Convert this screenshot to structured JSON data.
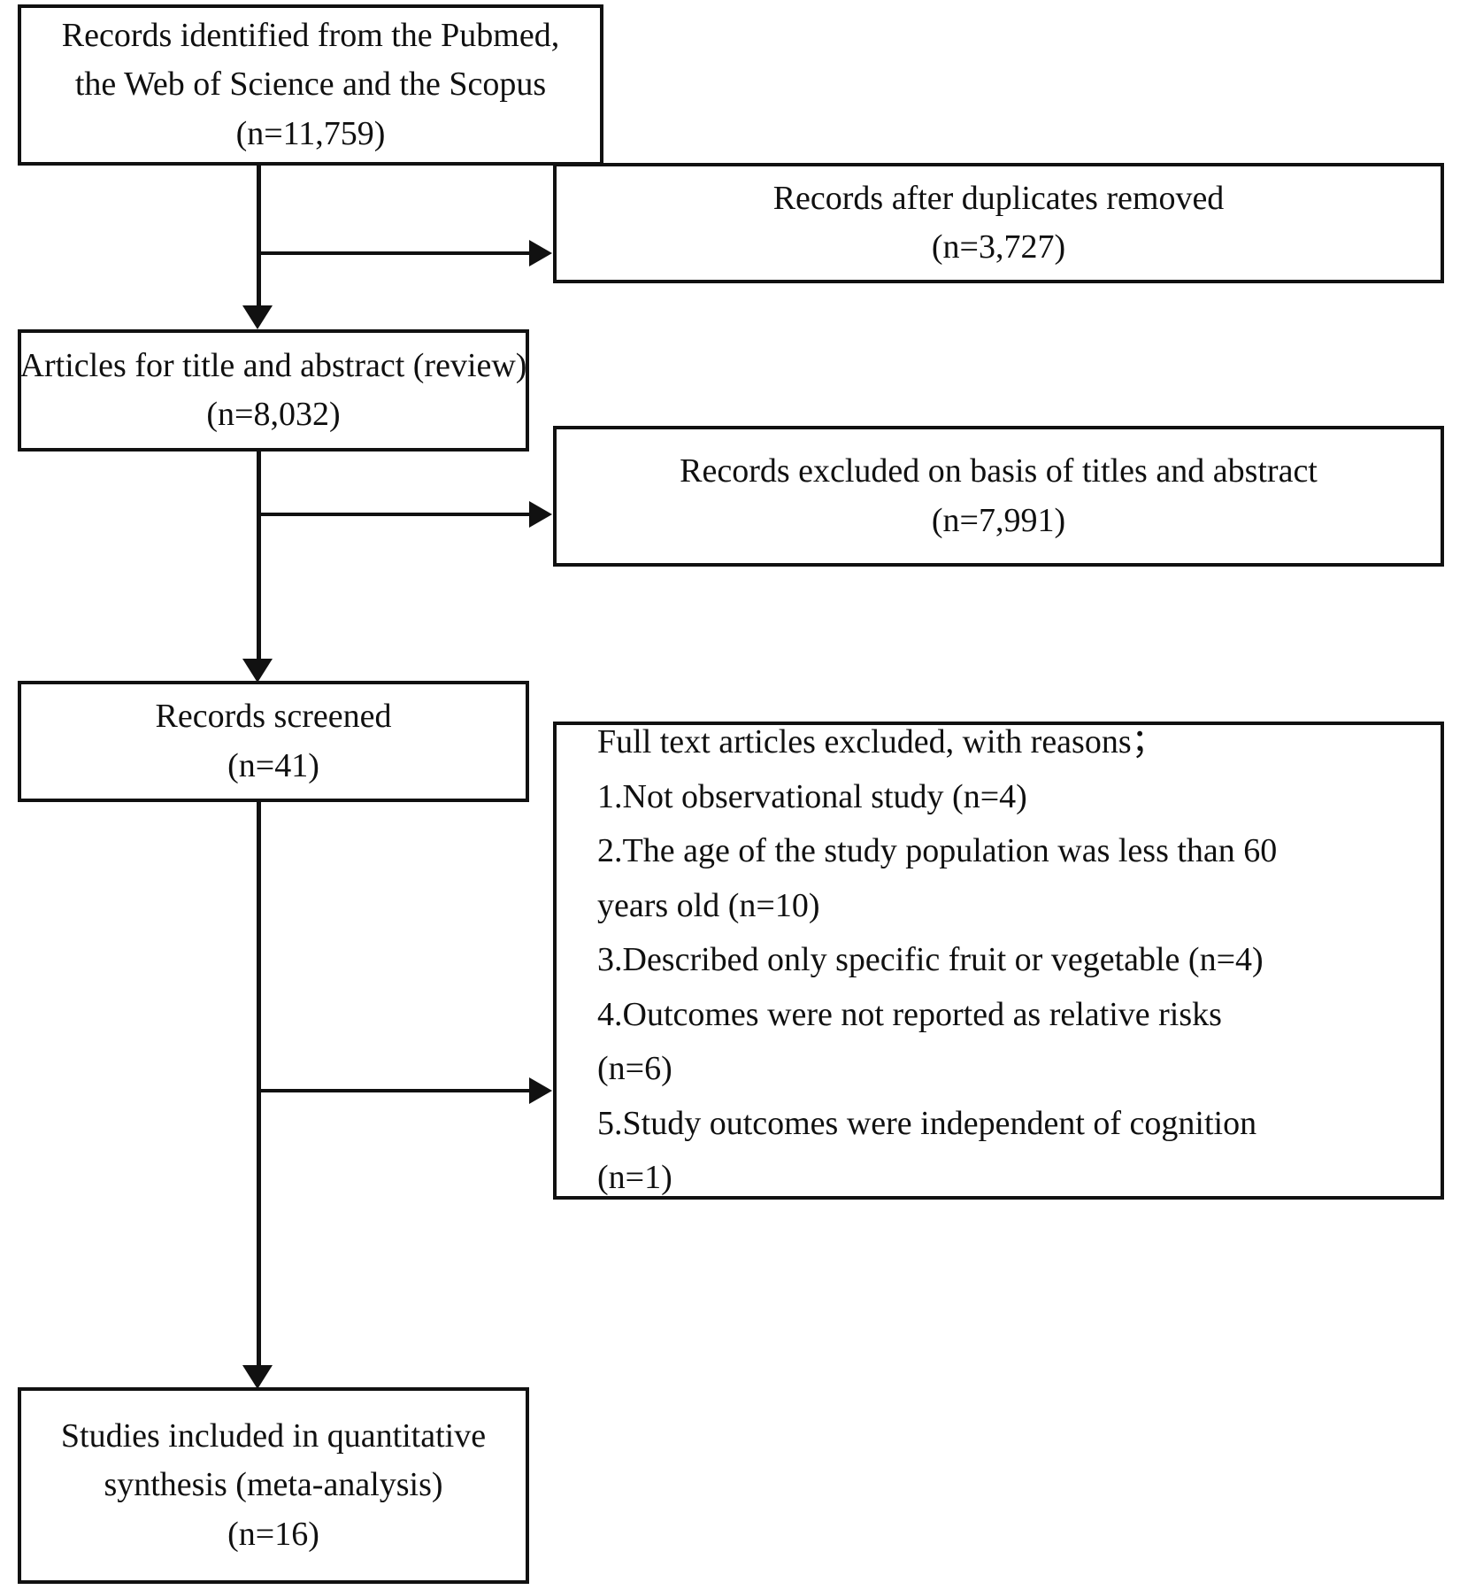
{
  "diagram": {
    "type": "prisma-flow-diagram",
    "nodes": {
      "identified": {
        "line1": "Records identified from the Pubmed,",
        "line2": "the Web of Science and the Scopus",
        "count": "(n=11,759)"
      },
      "duplicates_removed": {
        "line1": "Records after duplicates removed",
        "count": "(n=3,727)"
      },
      "title_abstract": {
        "line1": "Articles for title and abstract (review)",
        "count": "(n=8,032)"
      },
      "excluded_title_abstract": {
        "line1": "Records excluded on basis of titles and abstract",
        "count": "(n=7,991)"
      },
      "records_screened": {
        "line1": "Records screened",
        "count": "(n=41)"
      },
      "fulltext_excluded": {
        "heading": "Full text articles excluded, with reasons；",
        "reason1": "1.Not observational study (n=4)",
        "reason2a": "2.The age of the study population was less than 60",
        "reason2b": "years old (n=10)",
        "reason3": "3.Described only specific fruit or vegetable (n=4)",
        "reason4a": "4.Outcomes were not reported as relative risks",
        "reason4b": "(n=6)",
        "reason5a": "5.Study outcomes were independent of cognition",
        "reason5b": "(n=1)"
      },
      "included": {
        "line1": "Studies included in quantitative",
        "line2": "synthesis (meta-analysis)",
        "count": "(n=16)"
      }
    },
    "colors": {
      "border": "#111111",
      "background": "#ffffff",
      "text": "#101010"
    }
  }
}
